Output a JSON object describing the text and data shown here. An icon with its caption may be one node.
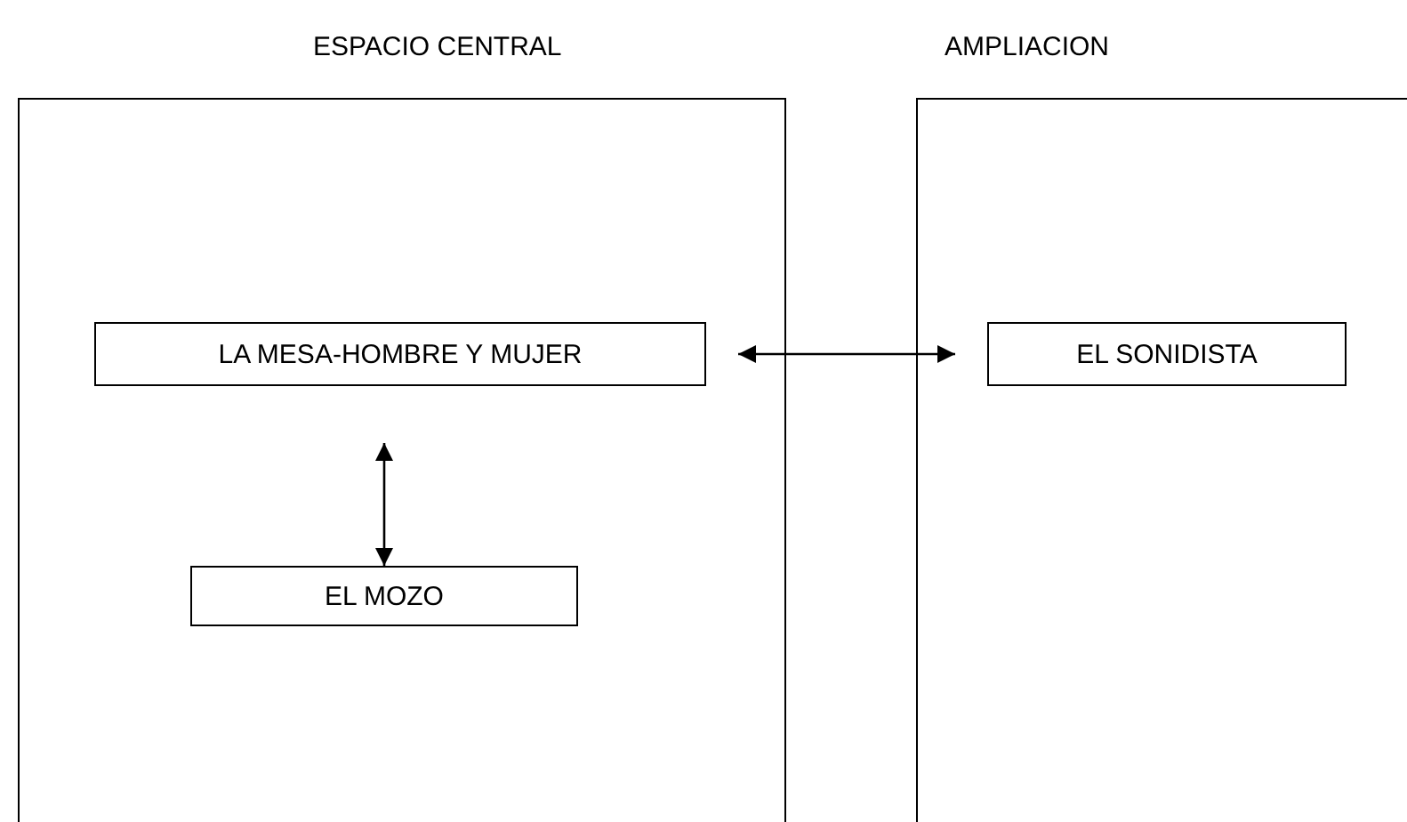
{
  "diagram": {
    "nodes": [
      {
        "text": [
          "ESPACIO CENTRAL"
        ]
      },
      {
        "text": [
          "LA MESA-HOMBRE Y MUJER"
        ],
        "in": 0
      },
      {
        "text": [
          "EL MOZO"
        ],
        "in": 0
      },
      {
        "text": [
          "AMPLIACION"
        ]
      },
      {
        "text": [
          "EL SONIDISTA"
        ],
        "in": 3
      }
    ],
    "edges": [
      {
        "from": 1,
        "to": 4,
        "arrow": "both"
      },
      {
        "from": 1,
        "to": 2,
        "arrow": "both"
      }
    ]
  }
}
